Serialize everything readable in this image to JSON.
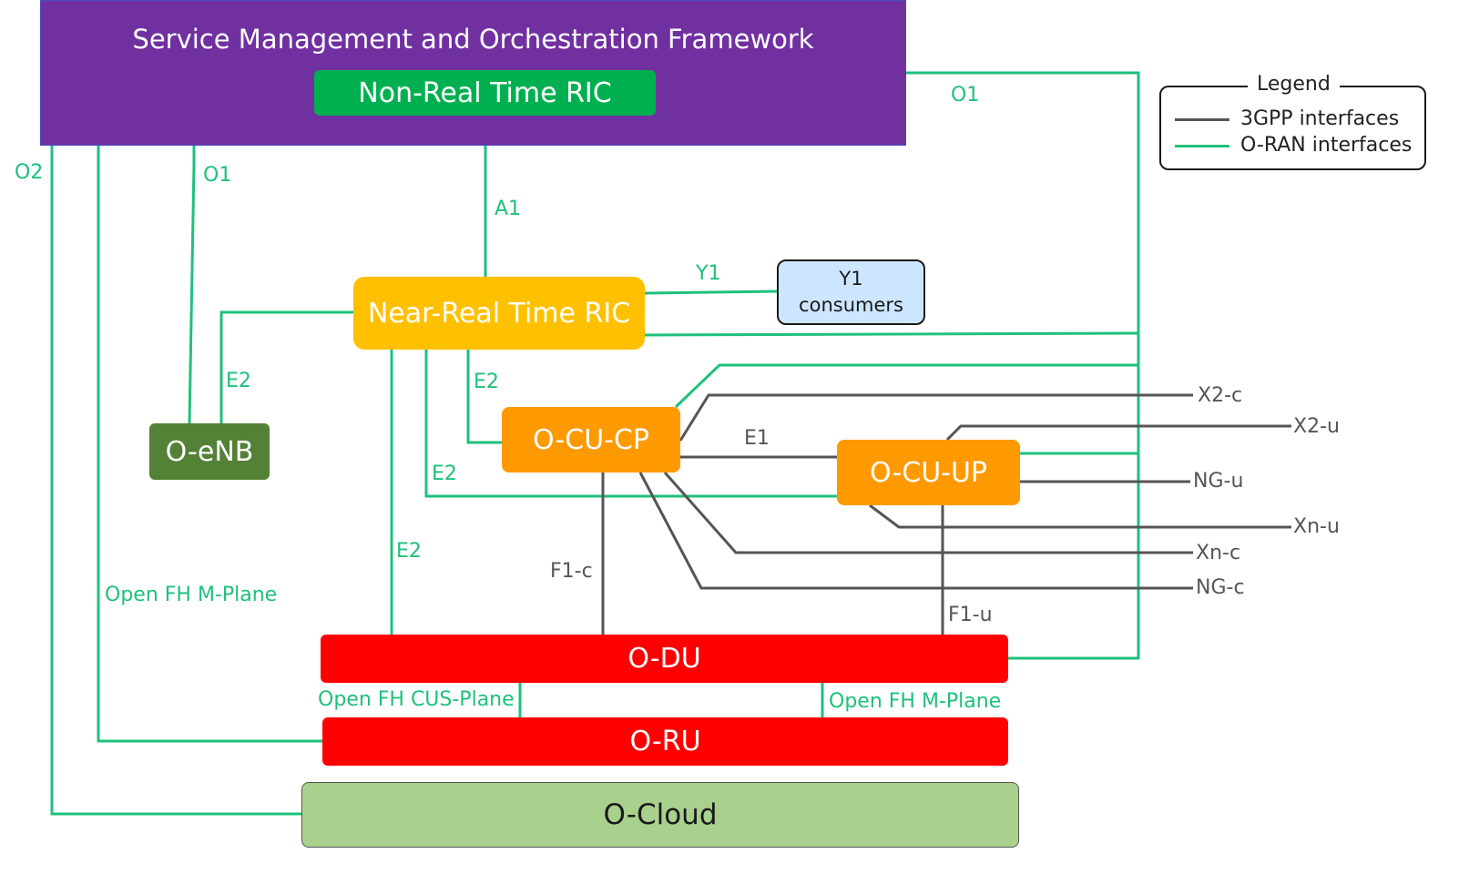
{
  "nodes": {
    "smo": "Service Management and Orchestration Framework",
    "non_rt_ric": "Non-Real Time RIC",
    "near_rt_ric": "Near-Real Time RIC",
    "y1_consumers_line1": "Y1",
    "y1_consumers_line2": "consumers",
    "o_enb": "O-eNB",
    "o_cu_cp": "O-CU-CP",
    "o_cu_up": "O-CU-UP",
    "o_du": "O-DU",
    "o_ru": "O-RU",
    "o_cloud": "O-Cloud"
  },
  "interfaces": {
    "o1_top": "O1",
    "o1_enb": "O1",
    "o2": "O2",
    "a1": "A1",
    "y1": "Y1",
    "e2_enb": "E2",
    "e2_cucp": "E2",
    "e2_cuup": "E2",
    "e2_du": "E2",
    "e1": "E1",
    "f1c": "F1-c",
    "f1u": "F1-u",
    "open_fh_m_plane_left": "Open FH M-Plane",
    "open_fh_cus_plane": "Open FH CUS-Plane",
    "open_fh_m_plane_right": "Open FH M-Plane",
    "x2c": "X2-c",
    "x2u": "X2-u",
    "ngu": "NG-u",
    "xnu": "Xn-u",
    "xnc": "Xn-c",
    "ngc": "NG-c"
  },
  "legend": {
    "title": "Legend",
    "items": [
      {
        "label": "3GPP interfaces",
        "color": "#555555"
      },
      {
        "label": "O-RAN interfaces",
        "color": "#1ec17a"
      }
    ]
  },
  "colors": {
    "oran_line": "#1ec17a",
    "gpp_line": "#555555",
    "smo": "#7030a0",
    "non_rt_ric": "#00b050",
    "near_rt_ric": "#ffc000",
    "o_cu": "#ff9900",
    "o_du_ru": "#ff0000",
    "o_enb": "#538135",
    "o_cloud": "#a9d18e",
    "y1_consumers": "#cce6ff"
  }
}
